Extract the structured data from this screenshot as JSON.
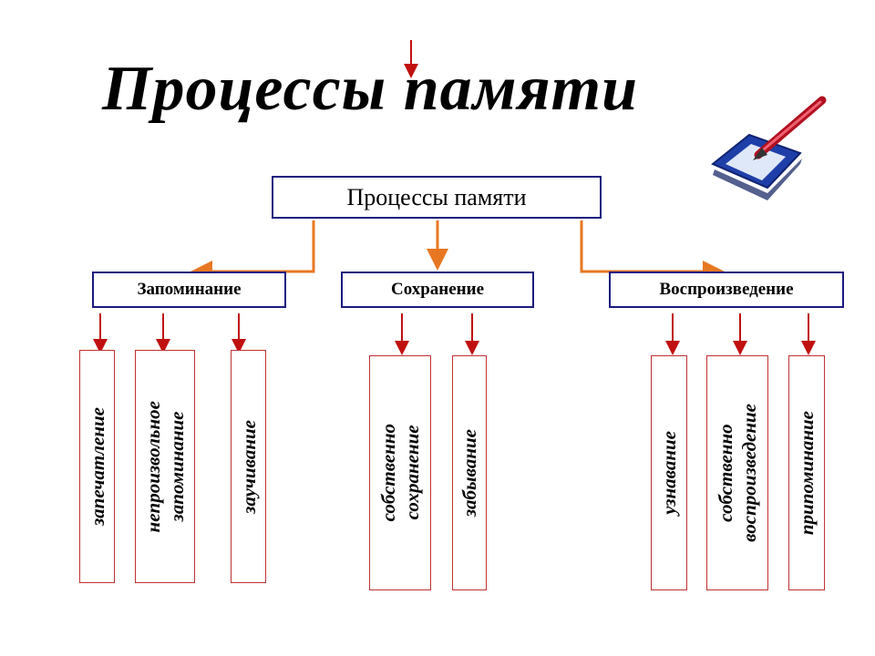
{
  "title": "Процессы памяти",
  "root": {
    "label": "Процессы памяти"
  },
  "categories": [
    {
      "label": "Запоминание"
    },
    {
      "label": "Сохранение"
    },
    {
      "label": "Воспроизведение"
    }
  ],
  "leaves": [
    {
      "label": "запечатление"
    },
    {
      "label": "непроизвольное\nзапоминание"
    },
    {
      "label": "заучивание"
    },
    {
      "label": "собственно\nсохранение"
    },
    {
      "label": "забывание"
    },
    {
      "label": "узнавание"
    },
    {
      "label": "собственно\nвоспроизведение"
    },
    {
      "label": "припоминание"
    }
  ],
  "colors": {
    "box_border": "#1a1a80",
    "leaf_border": "#c03030",
    "connector": "#e87722",
    "leaf_arrow": "#c01010"
  },
  "icon": "pen-checkbox-icon"
}
